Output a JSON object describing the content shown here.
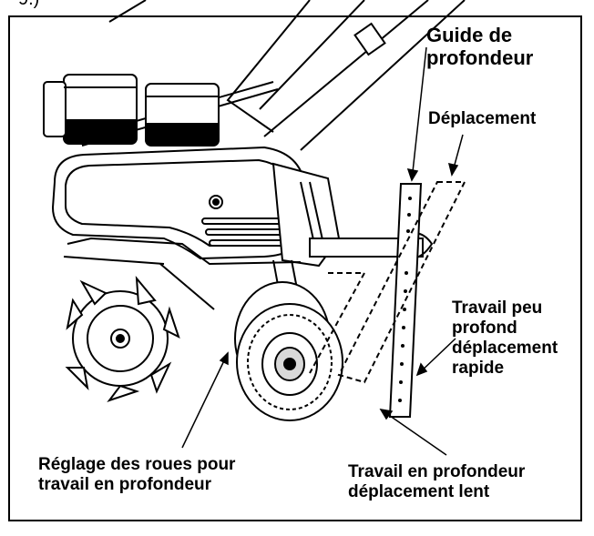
{
  "figure_ref": "9.)",
  "labels": {
    "guide_line1": "Guide de",
    "guide_line2": "profondeur",
    "deplacement": "Déplacement",
    "shallow_line1": "Travail peu",
    "shallow_line2": "profond",
    "shallow_line3": "déplacement",
    "shallow_line4": "rapide",
    "wheels_line1": "Réglage des roues pour",
    "wheels_line2": "travail en profondeur",
    "deep_line1": "Travail en profondeur",
    "deep_line2": "déplacement lent"
  },
  "colors": {
    "ink": "#000000",
    "paper": "#ffffff",
    "shade": "#d8d8d8"
  }
}
